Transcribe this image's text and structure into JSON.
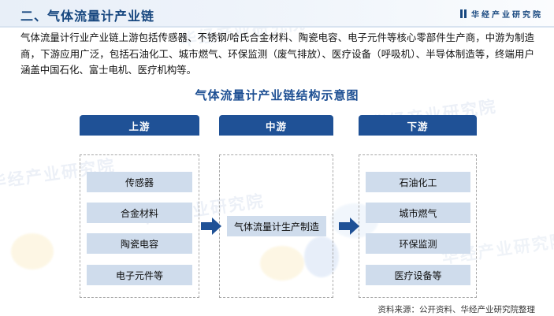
{
  "header": {
    "title": "二、气体流量计产业链",
    "brand": "华经产业研究院",
    "brand_icon": "double-bar-logo-icon"
  },
  "intro": {
    "paragraph": "气体流量计行业产业链上游包括传感器、不锈钢/哈氏合金材料、陶瓷电容、电子元件等核心零部件生产商，中游为制造商，下游应用广泛，包括石油化工、城市燃气、环保监测（废气排放）、医疗设备（呼吸机）、半导体制造等，终端用户涵盖中国石化、富士电机、医疗机构等。"
  },
  "chart_data": {
    "type": "diagram",
    "title": "气体流量计产业链结构示意图",
    "columns": [
      {
        "key": "upstream",
        "header": "上游",
        "items": [
          "传感器",
          "合金材料",
          "陶瓷电容",
          "电子元件等"
        ]
      },
      {
        "key": "midstream",
        "header": "中游",
        "items": [
          "气体流量计生产制造"
        ]
      },
      {
        "key": "downstream",
        "header": "下游",
        "items": [
          "石油化工",
          "城市燃气",
          "环保监测",
          "医疗设备等"
        ]
      }
    ],
    "connectors": [
      {
        "from": "upstream",
        "to": "midstream",
        "icon": "right-arrow-icon"
      },
      {
        "from": "midstream",
        "to": "downstream",
        "icon": "right-arrow-icon"
      }
    ],
    "colors": {
      "header_box": "#1f5196",
      "item_box": "#cfdcec",
      "arrow": "#1f5196",
      "dashed_border": "#a8a8a8",
      "title_text": "#1d4f93"
    }
  },
  "source": {
    "text": "资料来源：公开资料、华经产业研究院整理"
  },
  "watermark": {
    "text": "华经产业研究院"
  }
}
